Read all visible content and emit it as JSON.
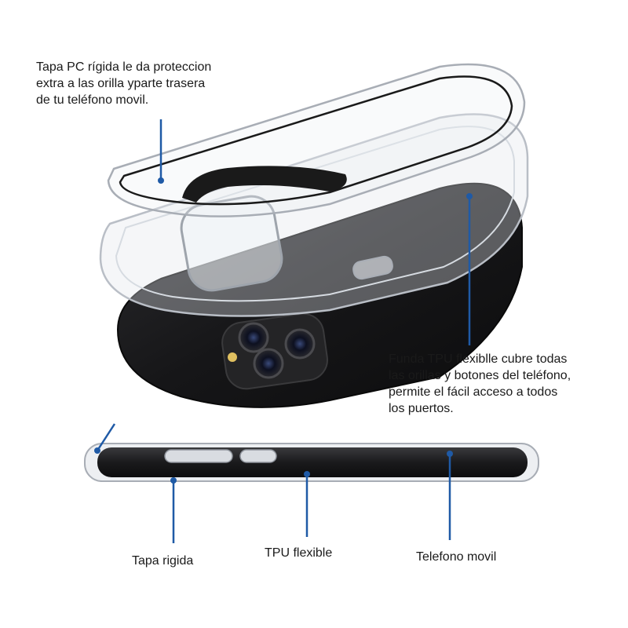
{
  "callouts": {
    "pc_cover": {
      "lines": [
        "Tapa PC rígida le da proteccion",
        "extra a las orilla yparte trasera",
        "de tu teléfono movil."
      ]
    },
    "tpu_case": {
      "lines": [
        "Funda TPU flexiblle cubre todas",
        "las orillas y botones del teléfono,",
        "permite el fácil acceso a todos",
        "los puertos."
      ]
    },
    "rigid_label": "Tapa rigida",
    "tpu_label": "TPU flexible",
    "phone_label": "Telefono movil"
  },
  "colors": {
    "pointer": "#1f5aa6",
    "phone_body": "#1c1c1e",
    "case_edge": "#b9bec6",
    "text": "#1a1a1a"
  }
}
